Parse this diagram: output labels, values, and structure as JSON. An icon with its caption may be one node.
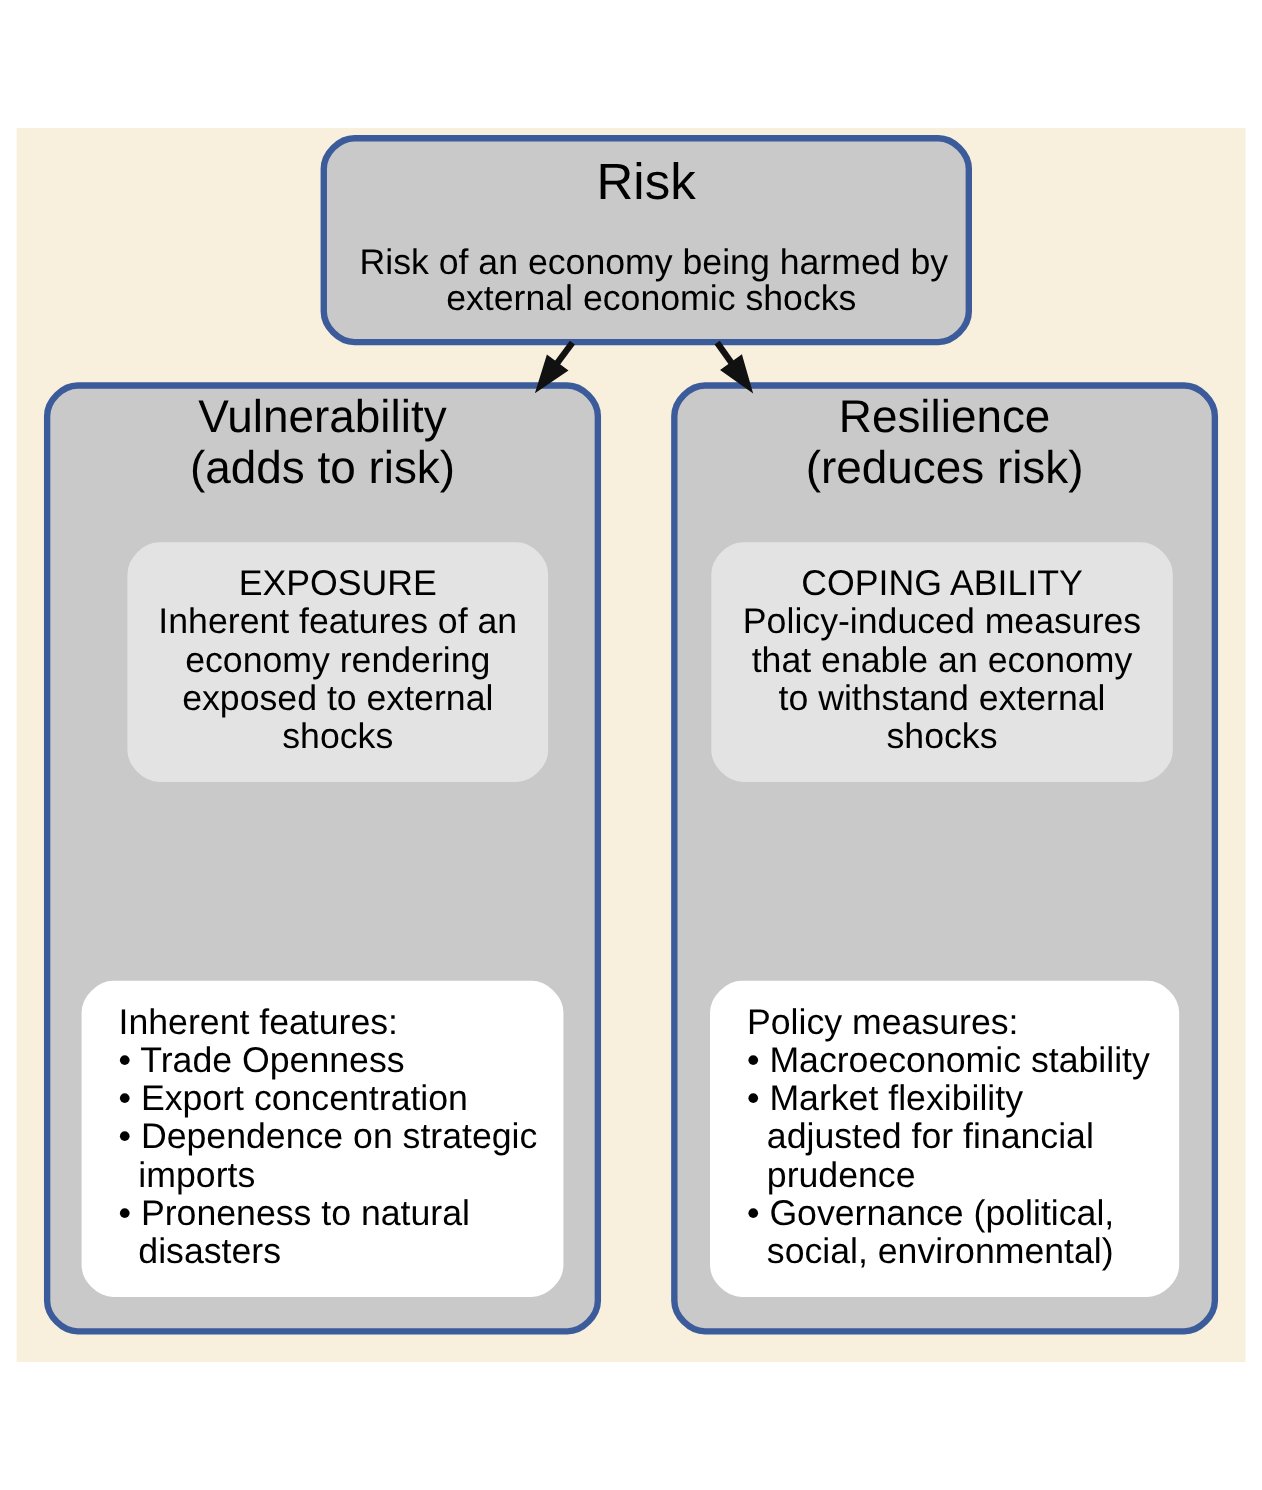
{
  "diagram": {
    "nodes": [
      {
        "text": [
          "Risk",
          "Risk of an economy being harmed by external economic shocks"
        ]
      },
      {
        "text": [
          "Vulnerability",
          "(adds to risk)"
        ]
      },
      {
        "text": [
          "EXPOSURE",
          "Inherent features of an economy rendering exposed to external shocks"
        ],
        "in": 1
      },
      {
        "text": [
          "Inherent features:",
          "• Trade Openness",
          "• Export concentration",
          "• Dependence on strategic imports",
          "• Proneness to natural disasters"
        ],
        "in": 1
      },
      {
        "text": [
          "Resilience",
          "(reduces risk)"
        ]
      },
      {
        "text": [
          "COPING ABILITY",
          "Policy-induced measures that enable an economy to withstand external shocks"
        ],
        "in": 4
      },
      {
        "text": [
          "Policy measures:",
          "• Macroeconomic stability",
          "• Market flexibility adjusted for financial prudence",
          "• Governance (political, social, environmental)"
        ],
        "in": 4
      }
    ],
    "edges": [
      {
        "from": 0,
        "to": 1,
        "arrow": "to"
      },
      {
        "from": 0,
        "to": 4,
        "arrow": "to"
      }
    ]
  }
}
